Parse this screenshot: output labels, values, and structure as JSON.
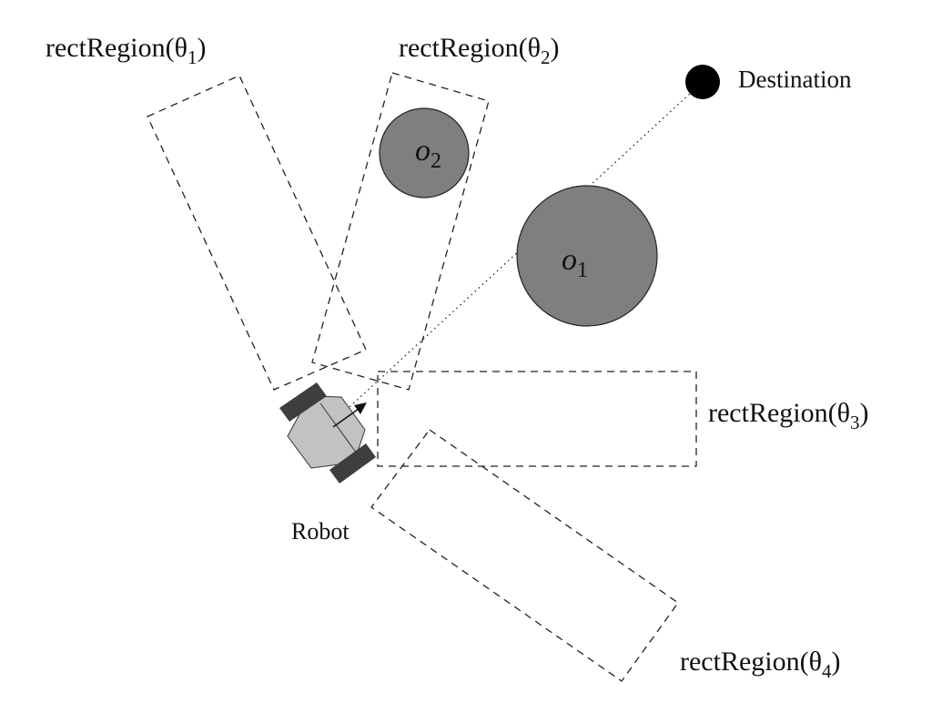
{
  "regions": [
    {
      "name": "rectRegion(θ1)",
      "base": "rectRegion(θ",
      "sub": "1",
      "close": ")"
    },
    {
      "name": "rectRegion(θ2)",
      "base": "rectRegion(θ",
      "sub": "2",
      "close": ")"
    },
    {
      "name": "rectRegion(θ3)",
      "base": "rectRegion(θ",
      "sub": "3",
      "close": ")"
    },
    {
      "name": "rectRegion(θ4)",
      "base": "rectRegion(θ",
      "sub": "4",
      "close": ")"
    }
  ],
  "obstacles": [
    {
      "name": "o1",
      "base": "o",
      "sub": "1"
    },
    {
      "name": "o2",
      "base": "o",
      "sub": "2"
    }
  ],
  "destination": {
    "label": "Destination"
  },
  "robot": {
    "label": "Robot"
  },
  "colors": {
    "obstacle_fill": "#7f7f7f",
    "robot_body": "#c2c2c2",
    "robot_wheels": "#3e3e3e",
    "destination": "#000000",
    "lines": "#222222"
  }
}
